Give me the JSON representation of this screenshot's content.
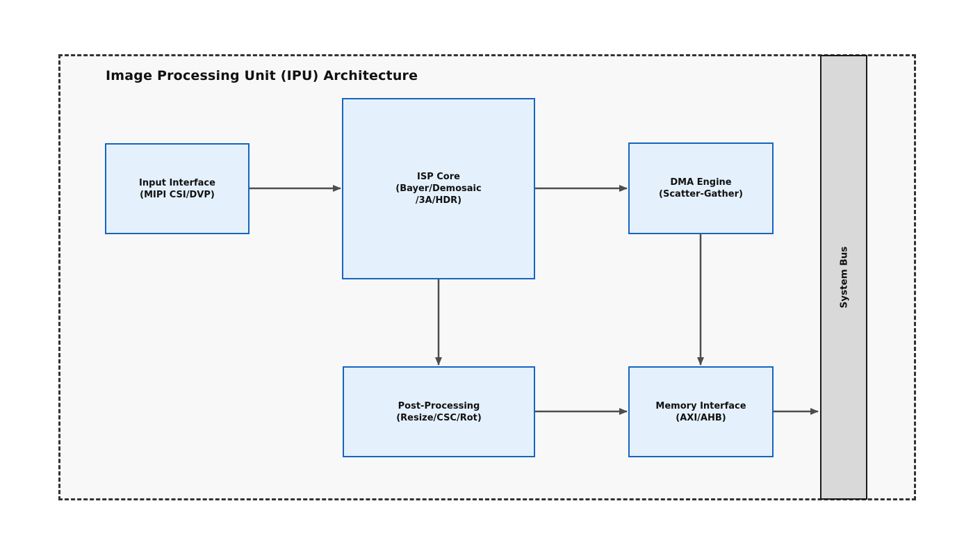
{
  "diagram": {
    "title": "Image Processing Unit (IPU) Architecture",
    "blocks": {
      "input": {
        "lines": [
          "Input Interface",
          "(MIPI CSI/DVP)"
        ]
      },
      "isp": {
        "lines": [
          "ISP Core",
          "(Bayer/Demosaic",
          "/3A/HDR)"
        ]
      },
      "dma": {
        "lines": [
          "DMA Engine",
          "(Scatter-Gather)"
        ]
      },
      "post": {
        "lines": [
          "Post-Processing",
          "(Resize/CSC/Rot)"
        ]
      },
      "memory": {
        "lines": [
          "Memory Interface",
          "(AXI/AHB)"
        ]
      }
    },
    "bus": {
      "label": "System Bus"
    },
    "connections": [
      {
        "from": "Input Interface",
        "to": "ISP Core"
      },
      {
        "from": "ISP Core",
        "to": "DMA Engine"
      },
      {
        "from": "ISP Core",
        "to": "Post-Processing"
      },
      {
        "from": "DMA Engine",
        "to": "Memory Interface"
      },
      {
        "from": "Post-Processing",
        "to": "Memory Interface"
      },
      {
        "from": "Memory Interface",
        "to": "System Bus"
      }
    ],
    "colors": {
      "block_fill": "#e4f0fc",
      "block_border": "#1565c0",
      "bus_fill": "#d9d9d9",
      "bus_border": "#1a1a1a",
      "arrow": "#4d4d4d",
      "frame": "#333333",
      "canvas_bg": "#f8f8f8",
      "text": "#111111"
    }
  }
}
